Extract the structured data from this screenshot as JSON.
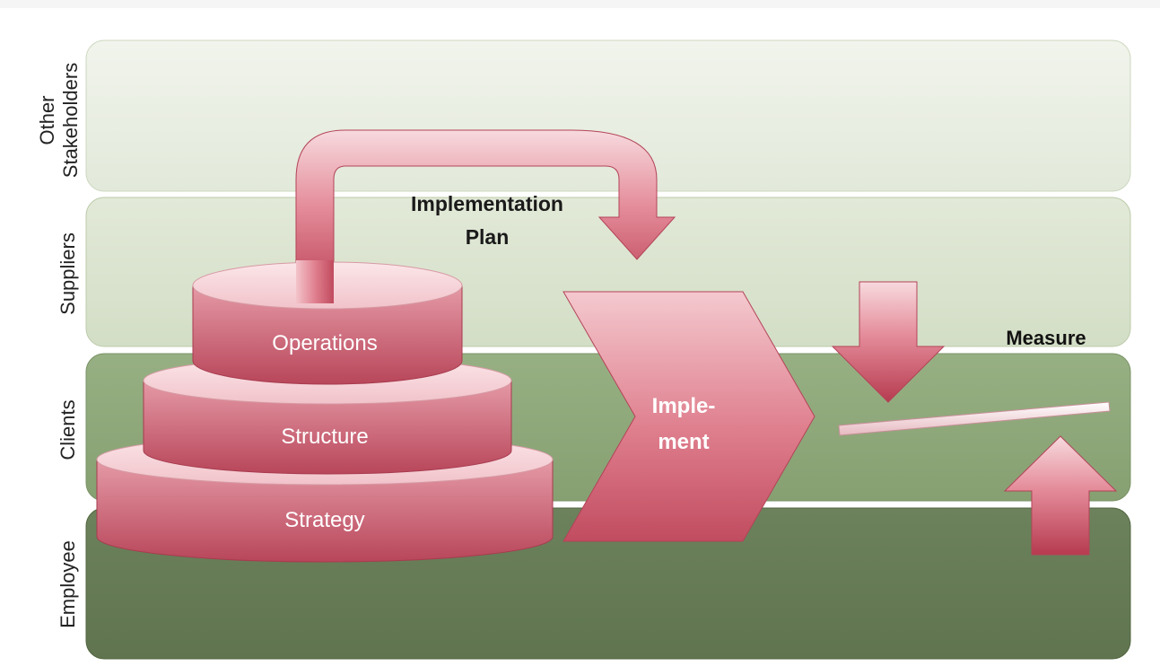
{
  "lanes": [
    {
      "label_lines": [
        "Other",
        "Stakeholders"
      ],
      "color": "#e6ece0"
    },
    {
      "label_lines": [
        "Suppliers"
      ],
      "color": "#d7e2cb"
    },
    {
      "label_lines": [
        "Clients"
      ],
      "color": "#8ea87a"
    },
    {
      "label_lines": [
        "Employee"
      ],
      "color": "#657a55"
    }
  ],
  "pyramid": {
    "top": "Operations",
    "middle": "Structure",
    "bottom": "Strategy"
  },
  "flow": {
    "plan_label_line1": "Implementation",
    "plan_label_line2": "Plan",
    "implement_line1": "Imple-",
    "implement_line2": "ment",
    "measure_label": "Measure"
  },
  "colors": {
    "shape_light": "#f6d3d8",
    "shape_mid": "#e1808f",
    "shape_dark": "#b73d52"
  }
}
